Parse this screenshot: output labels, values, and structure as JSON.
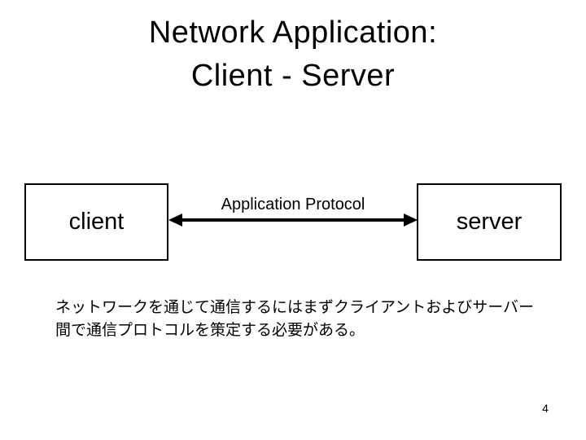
{
  "slide": {
    "title_line1": "Network Application:",
    "title_line2": "Client - Server",
    "client_box_label": "client",
    "server_box_label": "server",
    "arrow_label": "Application Protocol",
    "body_text_line1": "ネットワークを通じて通信するにはまずクライアントおよびサーバー",
    "body_text_line2": "間で通信プロトコルを策定する必要がある。",
    "page_number": "4",
    "colors": {
      "background": "#FFFFFF",
      "text": "#000000",
      "box_border": "#000000",
      "arrow": "#000000"
    }
  }
}
